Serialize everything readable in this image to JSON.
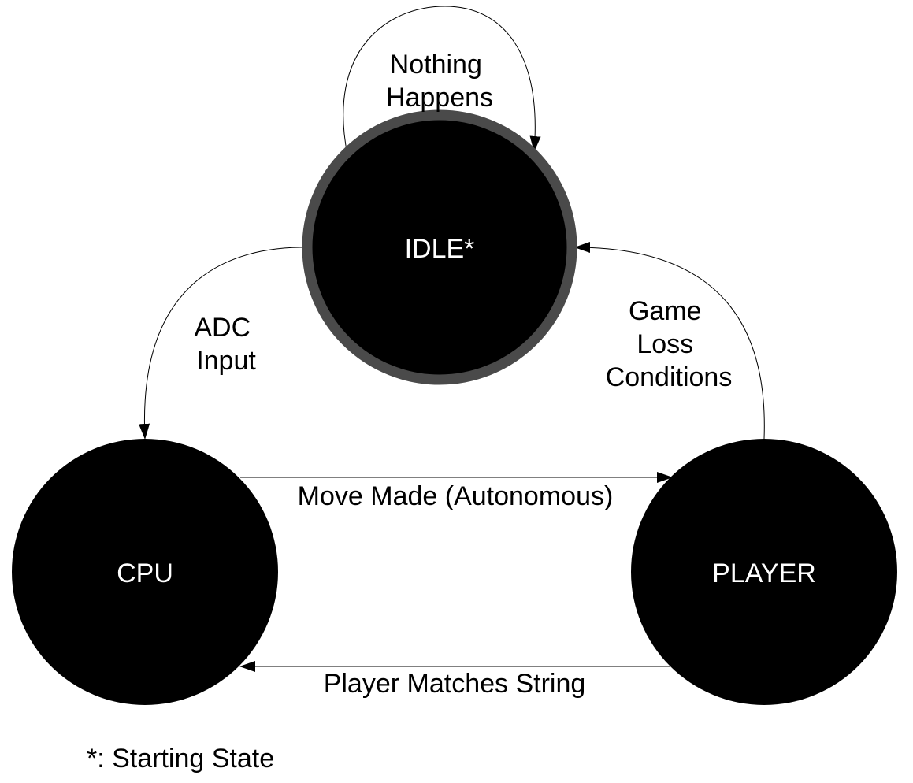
{
  "colors": {
    "node_fill": "#000000",
    "start_ring": "#4a4a4a",
    "node_text": "#ffffff",
    "edge": "#000000",
    "label_text": "#000000",
    "background": "#ffffff"
  },
  "states": {
    "idle": {
      "label": "IDLE*",
      "starting": true
    },
    "cpu": {
      "label": "CPU"
    },
    "player": {
      "label": "PLAYER"
    }
  },
  "transitions": {
    "idle_self": {
      "from": "IDLE*",
      "to": "IDLE*",
      "lines": [
        "Nothing",
        "Happens"
      ]
    },
    "idle_to_cpu": {
      "from": "IDLE*",
      "to": "CPU",
      "lines": [
        "ADC",
        "Input"
      ]
    },
    "player_to_idle": {
      "from": "PLAYER",
      "to": "IDLE*",
      "lines": [
        "Game",
        "Loss",
        "Conditions"
      ]
    },
    "cpu_to_player": {
      "from": "CPU",
      "to": "PLAYER",
      "lines": [
        "Move Made (Autonomous)"
      ]
    },
    "player_to_cpu": {
      "from": "PLAYER",
      "to": "CPU",
      "lines": [
        "Player Matches String"
      ]
    }
  },
  "legend": {
    "text": "*: Starting State"
  }
}
